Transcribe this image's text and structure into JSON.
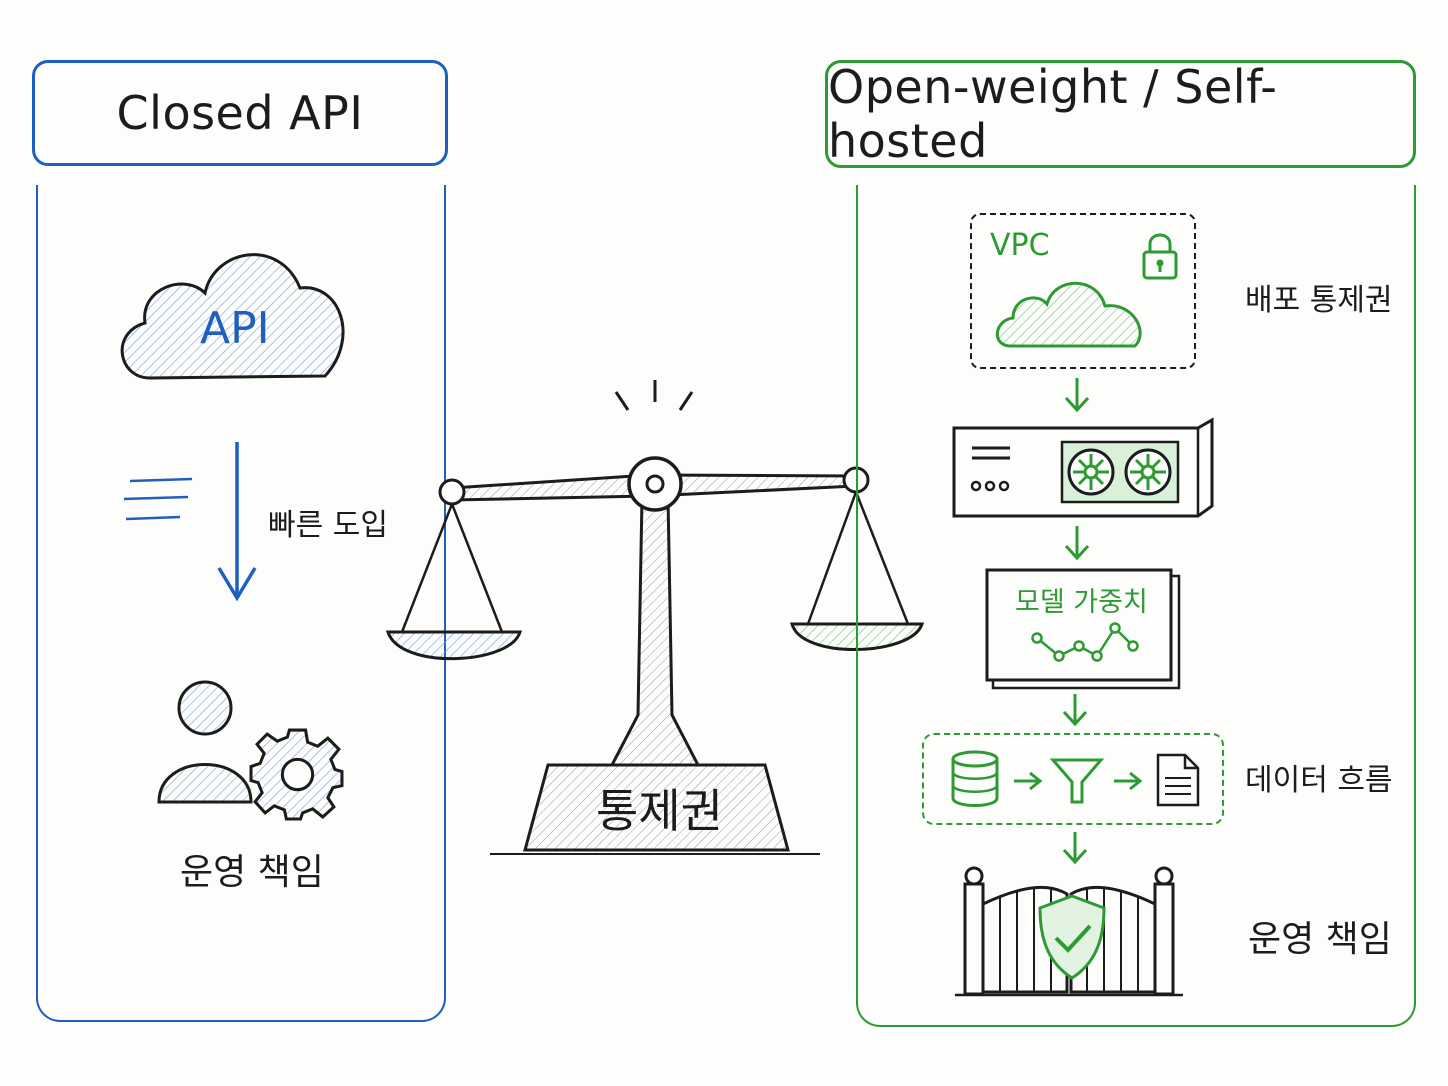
{
  "colors": {
    "left": "#1f5fbf",
    "right": "#2e9a33",
    "ink": "#1c1c1c"
  },
  "left": {
    "title": "Closed API",
    "cloud_label": "API",
    "arrow_label": "빠른 도입",
    "bottom_label": "운영 책임",
    "icons": [
      "cloud-icon",
      "down-arrow-icon",
      "speed-lines-icon",
      "user-icon",
      "gear-icon"
    ]
  },
  "center": {
    "scale_label": "통제권",
    "icons": [
      "balance-scale-icon"
    ]
  },
  "right": {
    "title": "Open-weight / Self-hosted",
    "vpc_label": "VPC",
    "deploy_label": "배포 통제권",
    "weights_label": "모델 가중치",
    "dataflow_label": "데이터 흐름",
    "bottom_label": "운영 책임",
    "icons": [
      "lock-icon",
      "cloud-icon",
      "server-icon",
      "document-icon",
      "database-icon",
      "filter-icon",
      "file-icon",
      "gate-icon",
      "shield-check-icon"
    ]
  }
}
